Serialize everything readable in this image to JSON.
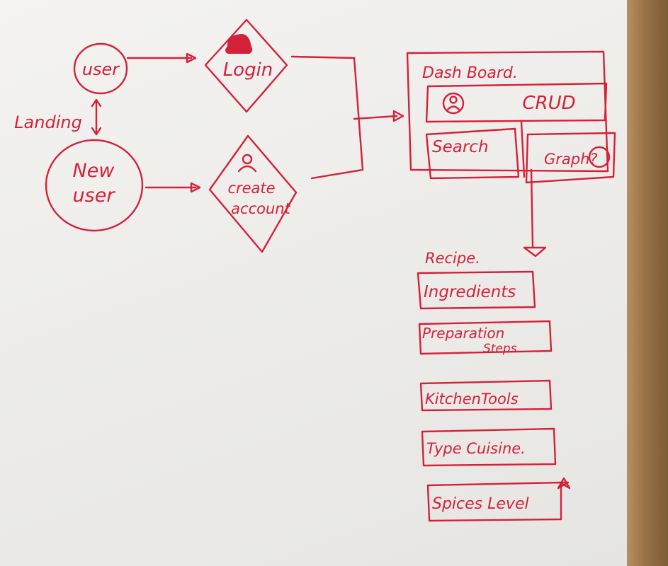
{
  "nodes": {
    "user": "user",
    "landing": "Landing",
    "new_user_line1": "New",
    "new_user_line2": "user",
    "login": "Login",
    "create_line1": "create",
    "create_line2": "account",
    "dashboard_title": "Dash Board.",
    "crud": "CRUD",
    "search": "Search",
    "graph": "Graph?"
  },
  "recipe": {
    "title": "Recipe.",
    "items": [
      {
        "line1": "Ingredients",
        "line2": ""
      },
      {
        "line1": "Preparation",
        "line2": "Steps."
      },
      {
        "line1": "KitchenTools",
        "line2": ""
      },
      {
        "line1": "Type Cuisine.",
        "line2": ""
      },
      {
        "line1": "Spices Level",
        "line2": ""
      }
    ]
  },
  "colors": {
    "ink": "#d4213a",
    "paper": "#efeeeb",
    "wood": "#8a6a45"
  }
}
